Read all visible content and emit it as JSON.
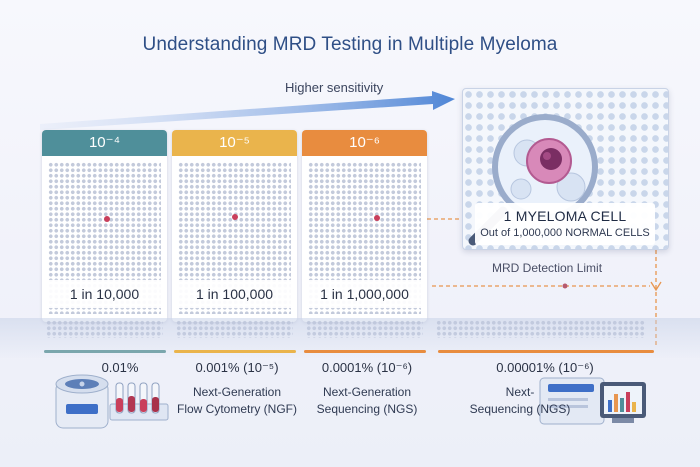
{
  "title": "Understanding MRD Testing in Multiple Myeloma",
  "sensitivity_label": "Higher sensitivity",
  "panels": [
    {
      "header": "10⁻⁴",
      "count": "1 in 10,000",
      "color": "#4f8f9a"
    },
    {
      "header": "10⁻⁵",
      "count": "1 in 100,000",
      "color": "#eab44c"
    },
    {
      "header": "10⁻⁶",
      "count": "1 in 1,000,000",
      "color": "#e88c3f"
    }
  ],
  "magnifier": {
    "main": "1 MYELOMA CELL",
    "sub": "Out of 1,000,000 NORMAL CELLS"
  },
  "detection_limit_label": "MRD Detection Limit",
  "thresholds": [
    {
      "percent": "0.01%",
      "color": "#7aa6ad"
    },
    {
      "percent": "0.001% (10⁻⁵)",
      "method": [
        "Next-Generation",
        "Flow Cytometry (NGF)"
      ],
      "color": "#eab44c"
    },
    {
      "percent": "0.0001% (10⁻⁶)",
      "method": [
        "Next-Generation",
        "Sequencing (NGS)"
      ],
      "color": "#e88c3f"
    },
    {
      "percent": "0.00001% (10⁻⁶)",
      "method": [
        "Next-",
        "Sequencing (NGS)"
      ],
      "color": "#e88c3f"
    }
  ],
  "icons": [
    "centrifuge-icon",
    "test-tube-rack-icon",
    "sequencer-icon"
  ],
  "accent_colors": {
    "arrow": "#5b8fd6",
    "cell": "#c93f5b",
    "dashed": "#e8964f"
  }
}
